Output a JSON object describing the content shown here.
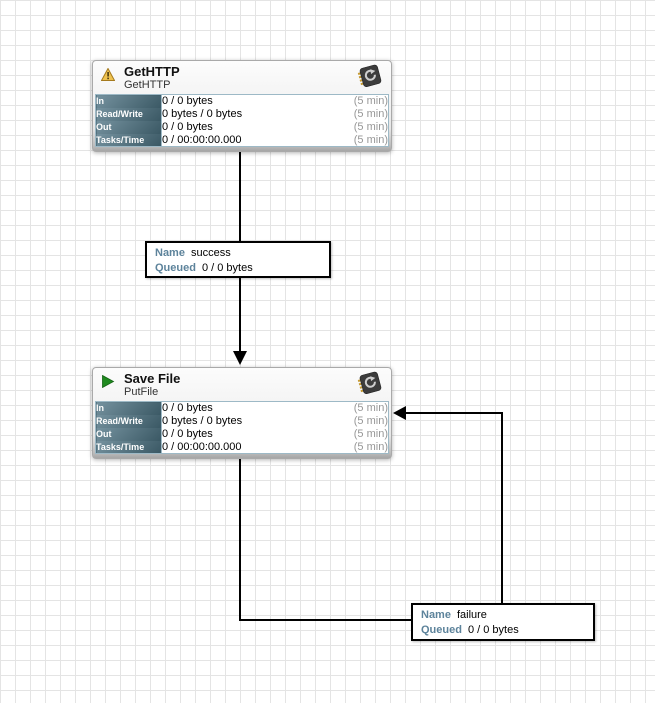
{
  "canvas": {
    "kind": "flow-canvas"
  },
  "colors": {
    "grid_line": "#e4e4e4",
    "stats_border": "#9db9c6",
    "stats_col_top": "#75929f",
    "stats_col_bottom": "#3a5864",
    "window_text": "#979797",
    "connection_label": "#5d839b",
    "warning": "#e2a62f",
    "running": "#1f8a1f"
  },
  "processors": [
    {
      "id": "gethttp",
      "status_icon": "warning-icon",
      "badge_icon": "processor-chip-icon",
      "title": "GetHTTP",
      "type": "GetHTTP",
      "stats": {
        "rows": [
          {
            "label": "In",
            "value": "0 / 0 bytes",
            "window": "(5 min)"
          },
          {
            "label": "Read/Write",
            "value": "0 bytes / 0 bytes",
            "window": "(5 min)"
          },
          {
            "label": "Out",
            "value": "0 / 0 bytes",
            "window": "(5 min)"
          },
          {
            "label": "Tasks/Time",
            "value": "0 / 00:00:00.000",
            "window": "(5 min)"
          }
        ]
      }
    },
    {
      "id": "putfile",
      "status_icon": "running-icon",
      "badge_icon": "processor-chip-icon",
      "title": "Save File",
      "type": "PutFile",
      "stats": {
        "rows": [
          {
            "label": "In",
            "value": "0 / 0 bytes",
            "window": "(5 min)"
          },
          {
            "label": "Read/Write",
            "value": "0 bytes / 0 bytes",
            "window": "(5 min)"
          },
          {
            "label": "Out",
            "value": "0 / 0 bytes",
            "window": "(5 min)"
          },
          {
            "label": "Tasks/Time",
            "value": "0 / 00:00:00.000",
            "window": "(5 min)"
          }
        ]
      }
    }
  ],
  "connections": [
    {
      "id": "success",
      "name_label": "Name",
      "name": "success",
      "queued_label": "Queued",
      "queued": "0 / 0 bytes"
    },
    {
      "id": "failure",
      "name_label": "Name",
      "name": "failure",
      "queued_label": "Queued",
      "queued": "0 / 0 bytes"
    }
  ]
}
